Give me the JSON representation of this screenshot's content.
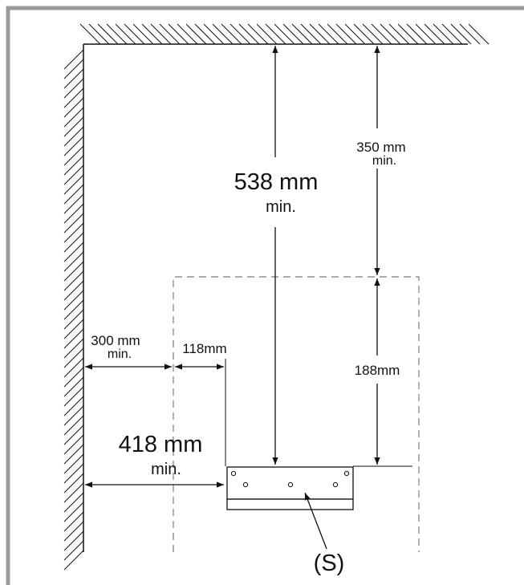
{
  "dimensions": {
    "total_height": {
      "value": "538 mm",
      "qualifier": "min."
    },
    "top_clearance": {
      "value": "350 mm",
      "qualifier": "min."
    },
    "unit_height": {
      "value": "188mm"
    },
    "wall_clearance": {
      "value": "300 mm",
      "qualifier": "min."
    },
    "offset": {
      "value": "118mm"
    },
    "total_width": {
      "value": "418 mm",
      "qualifier": "min."
    }
  },
  "part_label": "(S)",
  "colors": {
    "frame": "#9a9a9a",
    "line": "#111111",
    "dashed": "#7a7a7a"
  }
}
